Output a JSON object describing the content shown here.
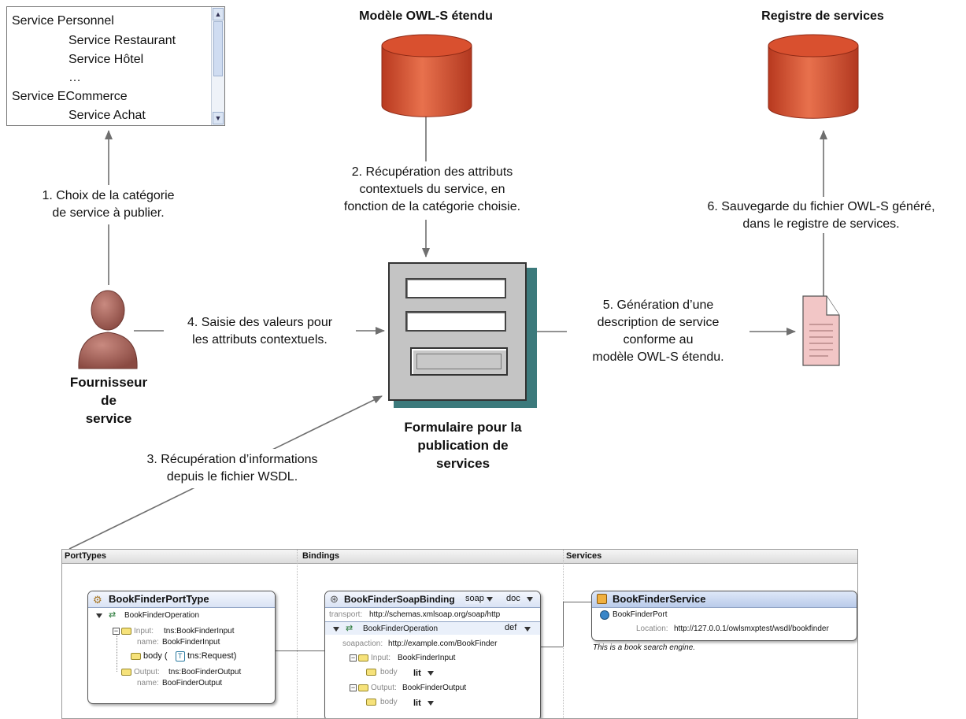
{
  "category_list": {
    "items": [
      "Service Personnel",
      "Service Restaurant",
      "Service Hôtel",
      "…",
      "Service ECommerce",
      "Service Achat"
    ]
  },
  "titles": {
    "owl_model": "Modèle OWL-S étendu",
    "registry": "Registre de services",
    "provider": [
      "Fournisseur",
      "de",
      "service"
    ],
    "form": [
      "Formulaire pour la",
      "publication de",
      "services"
    ]
  },
  "steps": {
    "s1": [
      "1. Choix de la catégorie",
      "de service à publier."
    ],
    "s2": [
      "2. Récupération des attributs",
      "contextuels du service, en",
      "fonction de la catégorie choisie."
    ],
    "s3": [
      "3. Récupération d’informations",
      "depuis le fichier WSDL."
    ],
    "s4": [
      "4. Saisie des valeurs pour",
      "les attributs contextuels."
    ],
    "s5": [
      "5. Génération d’une",
      "description de service",
      "conforme au",
      "modèle OWL-S étendu."
    ],
    "s6": [
      "6. Sauvegarde du fichier OWL-S généré,",
      "dans le registre de services."
    ]
  },
  "wsdl": {
    "columns": [
      "PortTypes",
      "Bindings",
      "Services"
    ],
    "porttype": {
      "title": "BookFinderPortType",
      "operation": "BookFinderOperation",
      "input_label": "Input:",
      "input_value": "tns:BookFinderInput",
      "input_name_label": "name:",
      "input_name": "BookFinderInput",
      "body": "body (",
      "body_type": "tns:Request)",
      "output_label": "Output:",
      "output_value": "tns:BooFinderOutput",
      "output_name_label": "name:",
      "output_name": "BooFinderOutput"
    },
    "binding": {
      "title": "BookFinderSoapBinding",
      "soap": "soap",
      "doc": "doc",
      "transport_label": "transport:",
      "transport": "http://schemas.xmlsoap.org/soap/http",
      "operation": "BookFinderOperation",
      "def": "def",
      "soapaction_label": "soapaction:",
      "soapaction": "http://example.com/BookFinder",
      "input_label": "Input:",
      "input": "BookFinderInput",
      "body1": "body",
      "lit1": "lit",
      "output_label": "Output:",
      "output": "BookFinderOutput",
      "body2": "body",
      "lit2": "lit"
    },
    "service": {
      "title": "BookFinderService",
      "port": "BookFinderPort",
      "location_label": "Location:",
      "location": "http://127.0.0.1/owlsmxptest/wsdl/bookfinder",
      "description": "This is a book search engine."
    }
  },
  "colors": {
    "cylinder": "#d9502f",
    "form_shadow": "#3c7a7c",
    "person": "#a5635a",
    "document": "#f2c6c6"
  },
  "icons": [
    "scroll-up-icon",
    "scroll-down-icon",
    "database-icon",
    "person-icon",
    "document-icon",
    "porttype-icon",
    "binding-icon",
    "service-icon",
    "envelope-icon"
  ]
}
